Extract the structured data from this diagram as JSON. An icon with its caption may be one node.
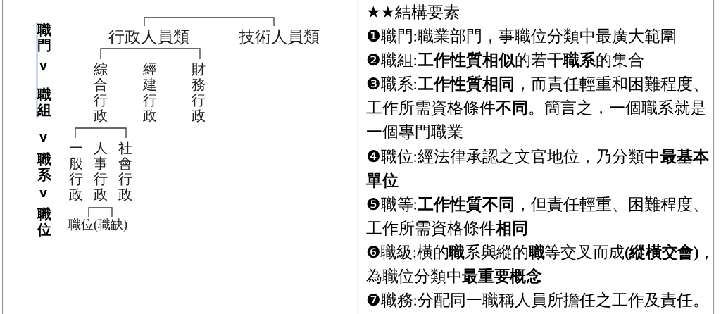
{
  "diagram": {
    "nodes": [
      {
        "text": [
          "行政人員類"
        ]
      },
      {
        "text": [
          "技術人員類"
        ]
      },
      {
        "text": [
          "綜合行政"
        ]
      },
      {
        "text": [
          "經建行政"
        ]
      },
      {
        "text": [
          "財務行政"
        ]
      },
      {
        "text": [
          "一般行政"
        ]
      },
      {
        "text": [
          "人事行政"
        ]
      },
      {
        "text": [
          "社會行政"
        ]
      },
      {
        "text": [
          "職位(職缺)"
        ]
      }
    ],
    "edges": [
      {
        "from": 0,
        "to": 1,
        "arrow": "none"
      },
      {
        "from": 0,
        "to": 2,
        "arrow": "none"
      },
      {
        "from": 0,
        "to": 4,
        "arrow": "none"
      },
      {
        "from": 2,
        "to": 5,
        "arrow": "none"
      },
      {
        "from": 2,
        "to": 7,
        "arrow": "none"
      },
      {
        "from": 6,
        "to": 8,
        "arrow": "none"
      }
    ],
    "labels": [
      "職門",
      "v",
      "職組",
      "v",
      "職系",
      "v",
      "職位",
      "★★結構要素",
      "❶職門:職業部門，事職位分類中最廣大範圍",
      "❷職組:**工作性質相似**的若干**職系**的集合",
      "❸職系:**工作性質相同**，而責任輕重和困難程度、工作所需資格條件**不同**。簡言之，一個職系就是一個專門職業",
      "❹職位:經法律承認之文官地位，乃分類中**最基本單位**",
      "❺職等:**工作性質不同**，但責任輕重、困難程度、工作所需資格條件**相同**",
      "❻職級:橫的**職**系與縱的**職**等交叉而成**(縱橫交會)**，為職位分類中**最重要概念**",
      "❼職務:分配同一職稱人員所擔任之工作及責任。"
    ]
  }
}
